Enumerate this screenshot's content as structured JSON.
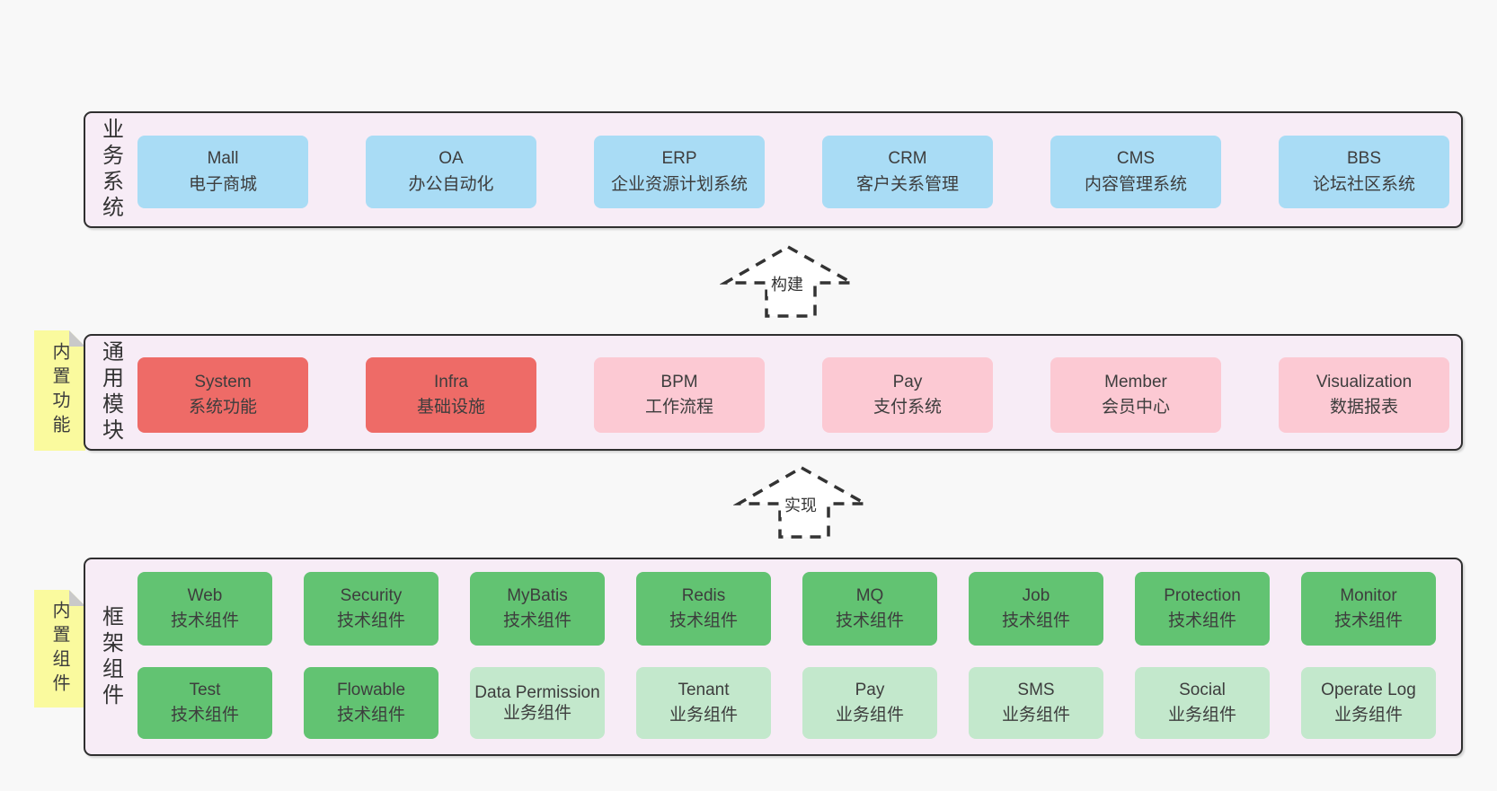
{
  "colors": {
    "page_bg": "#f8f8f8",
    "band_bg": "#f7ecf6",
    "band_border": "#2f2f2f",
    "blue": "#a9dcf5",
    "red": "#ee6b67",
    "pink": "#fcc9d3",
    "green_dark": "#62c372",
    "green_light": "#c3e8cc",
    "yellow_note": "#fafa9e",
    "fold_gray": "#c9c9c9",
    "text": "#3d3d3d"
  },
  "bands": {
    "business": {
      "label": "业务系统",
      "boxes": [
        {
          "name": "Mall",
          "desc": "电子商城"
        },
        {
          "name": "OA",
          "desc": "办公自动化"
        },
        {
          "name": "ERP",
          "desc": "企业资源计划系统"
        },
        {
          "name": "CRM",
          "desc": "客户关系管理"
        },
        {
          "name": "CMS",
          "desc": "内容管理系统"
        },
        {
          "name": "BBS",
          "desc": "论坛社区系统"
        }
      ]
    },
    "modules": {
      "label": "通用模块",
      "note": "内置功能",
      "boxes": [
        {
          "name": "System",
          "desc": "系统功能"
        },
        {
          "name": "Infra",
          "desc": "基础设施"
        },
        {
          "name": "BPM",
          "desc": "工作流程"
        },
        {
          "name": "Pay",
          "desc": "支付系统"
        },
        {
          "name": "Member",
          "desc": "会员中心"
        },
        {
          "name": "Visualization",
          "desc": "数据报表"
        }
      ]
    },
    "framework": {
      "label": "框架组件",
      "note": "内置组件",
      "row1": [
        {
          "name": "Web",
          "desc": "技术组件"
        },
        {
          "name": "Security",
          "desc": "技术组件"
        },
        {
          "name": "MyBatis",
          "desc": "技术组件"
        },
        {
          "name": "Redis",
          "desc": "技术组件"
        },
        {
          "name": "MQ",
          "desc": "技术组件"
        },
        {
          "name": "Job",
          "desc": "技术组件"
        },
        {
          "name": "Protection",
          "desc": "技术组件"
        },
        {
          "name": "Monitor",
          "desc": "技术组件"
        }
      ],
      "row2": [
        {
          "name": "Test",
          "desc": "技术组件"
        },
        {
          "name": "Flowable",
          "desc": "技术组件"
        },
        {
          "name": "Data Permission",
          "desc": "业务组件"
        },
        {
          "name": "Tenant",
          "desc": "业务组件"
        },
        {
          "name": "Pay",
          "desc": "业务组件"
        },
        {
          "name": "SMS",
          "desc": "业务组件"
        },
        {
          "name": "Social",
          "desc": "业务组件"
        },
        {
          "name": "Operate Log",
          "desc": "业务组件"
        }
      ]
    }
  },
  "arrows": {
    "build": {
      "label": "构建"
    },
    "implement": {
      "label": "实现"
    }
  }
}
